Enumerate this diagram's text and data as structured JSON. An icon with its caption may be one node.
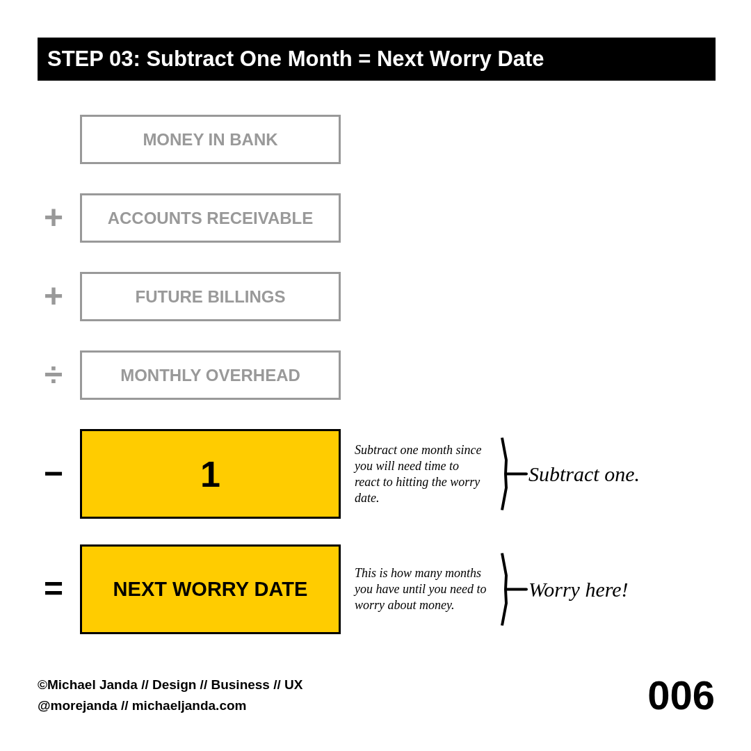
{
  "diagram": {
    "title": "STEP 03: Subtract One Month = Next Worry Date",
    "nodes": [
      {
        "text": [
          "MONEY IN BANK"
        ]
      },
      {
        "text": [
          "ACCOUNTS RECEIVABLE"
        ]
      },
      {
        "text": [
          "FUTURE BILLINGS"
        ]
      },
      {
        "text": [
          "MONTHLY OVERHEAD"
        ]
      },
      {
        "text": [
          "1"
        ],
        "beside": [
          "Subtract one month since you will need time to react to hitting the worry date.",
          "Subtract one."
        ]
      },
      {
        "text": [
          "NEXT WORRY DATE"
        ],
        "beside": [
          "This is how many months you have until you need to worry about money.",
          "Worry here!"
        ]
      }
    ],
    "labels": [
      "+",
      "+",
      "÷",
      "−",
      "=",
      "©Michael Janda // Design // Business // UX",
      "@morejanda // michaeljanda.com",
      "006"
    ]
  }
}
